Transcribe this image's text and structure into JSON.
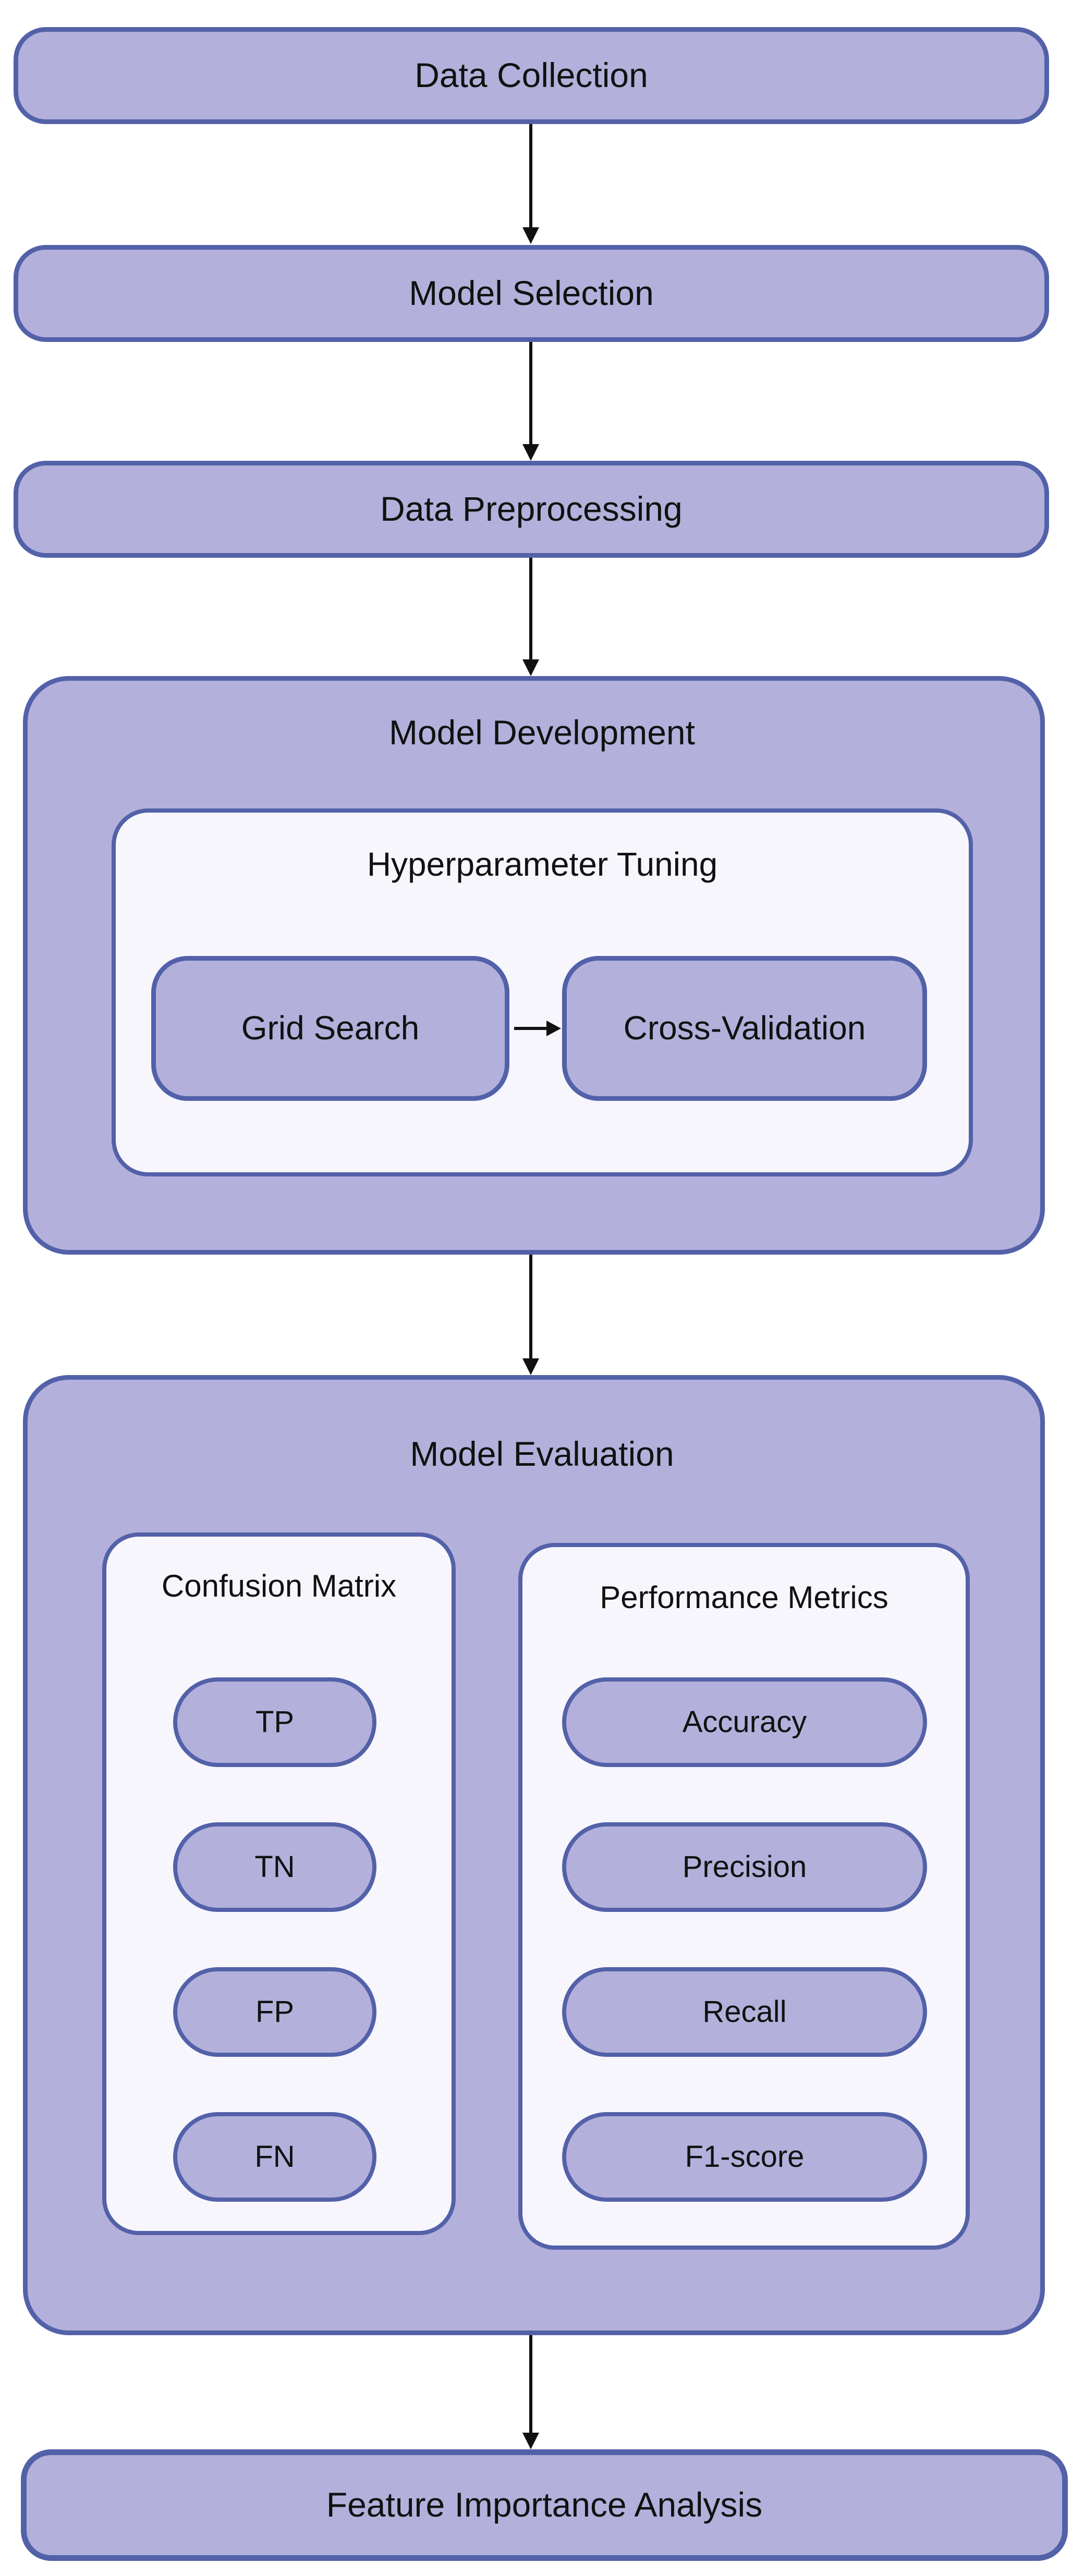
{
  "diagram": {
    "type": "flowchart",
    "direction": "top-down",
    "nodes": {
      "data_collection": "Data Collection",
      "model_selection": "Model Selection",
      "data_preprocessing": "Data Preprocessing",
      "model_development": "Model Development",
      "hyperparameter_tuning": "Hyperparameter Tuning",
      "grid_search": "Grid Search",
      "cross_validation": "Cross-Validation",
      "model_evaluation": "Model Evaluation",
      "confusion_matrix": "Confusion Matrix",
      "confusion_items": [
        "TP",
        "TN",
        "FP",
        "FN"
      ],
      "performance_metrics": "Performance Metrics",
      "metric_items": [
        "Accuracy",
        "Precision",
        "Recall",
        "F1-score"
      ],
      "feature_importance": "Feature Importance Analysis"
    },
    "edges": [
      {
        "from": "Data Collection",
        "to": "Model Selection"
      },
      {
        "from": "Model Selection",
        "to": "Data Preprocessing"
      },
      {
        "from": "Data Preprocessing",
        "to": "Model Development"
      },
      {
        "from": "Grid Search",
        "to": "Cross-Validation"
      },
      {
        "from": "Model Development",
        "to": "Model Evaluation"
      },
      {
        "from": "Model Evaluation",
        "to": "Feature Importance Analysis"
      }
    ],
    "colors": {
      "node_fill": "#B3B1DB",
      "node_stroke": "#5361A9",
      "panel_fill": "#F7F6FC",
      "arrow_color": "#111111",
      "text_color": "#111111",
      "bg_color": "#FFFFFF"
    }
  }
}
